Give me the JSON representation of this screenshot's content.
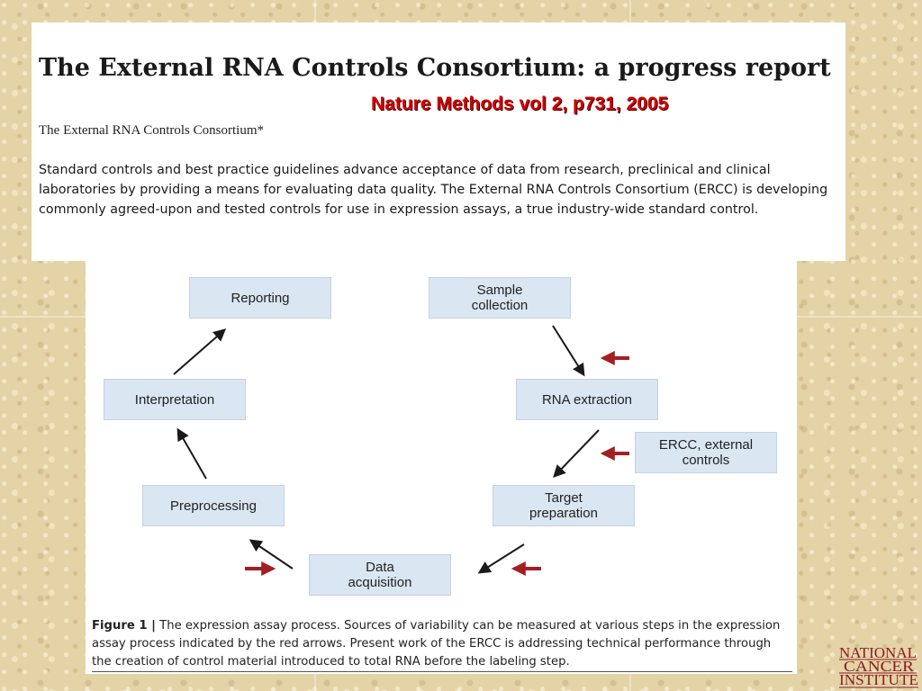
{
  "header": {
    "title": "The External RNA Controls Consortium: a progress report",
    "citation": "Nature Methods  vol 2, p731, 2005",
    "author": "The External RNA Controls Consortium*",
    "abstract": "Standard controls and best practice guidelines advance acceptance of data from research, preclinical and clinical laboratories by providing a means for evaluating data quality. The External RNA Controls Consortium (ERCC) is developing commonly agreed-upon and tested controls for use in expression assays, a true industry-wide standard control."
  },
  "diagram": {
    "nodes": {
      "reporting": "Reporting",
      "sample_collection": "Sample\ncollection",
      "interpretation": "Interpretation",
      "rna_extraction": "RNA extraction",
      "ercc_controls": "ERCC, external\ncontrols",
      "preprocessing": "Preprocessing",
      "target_preparation": "Target\npreparation",
      "data_acquisition": "Data\nacquisition"
    },
    "colors": {
      "node_fill": "#dae6f1",
      "flow_arrow": "#1a1a1a",
      "variability_arrow": "#a31f24"
    }
  },
  "caption": {
    "label": "Figure 1 |",
    "text": " The expression assay process. Sources of variability can be measured at various steps in the expression assay process indicated by the red arrows. Present work of the ERCC is addressing technical performance through the creation of control material introduced to total RNA before the labeling step."
  },
  "logo": {
    "line1": "NATIONAL",
    "line2": "CANCER",
    "line3": "INSTITUTE"
  }
}
